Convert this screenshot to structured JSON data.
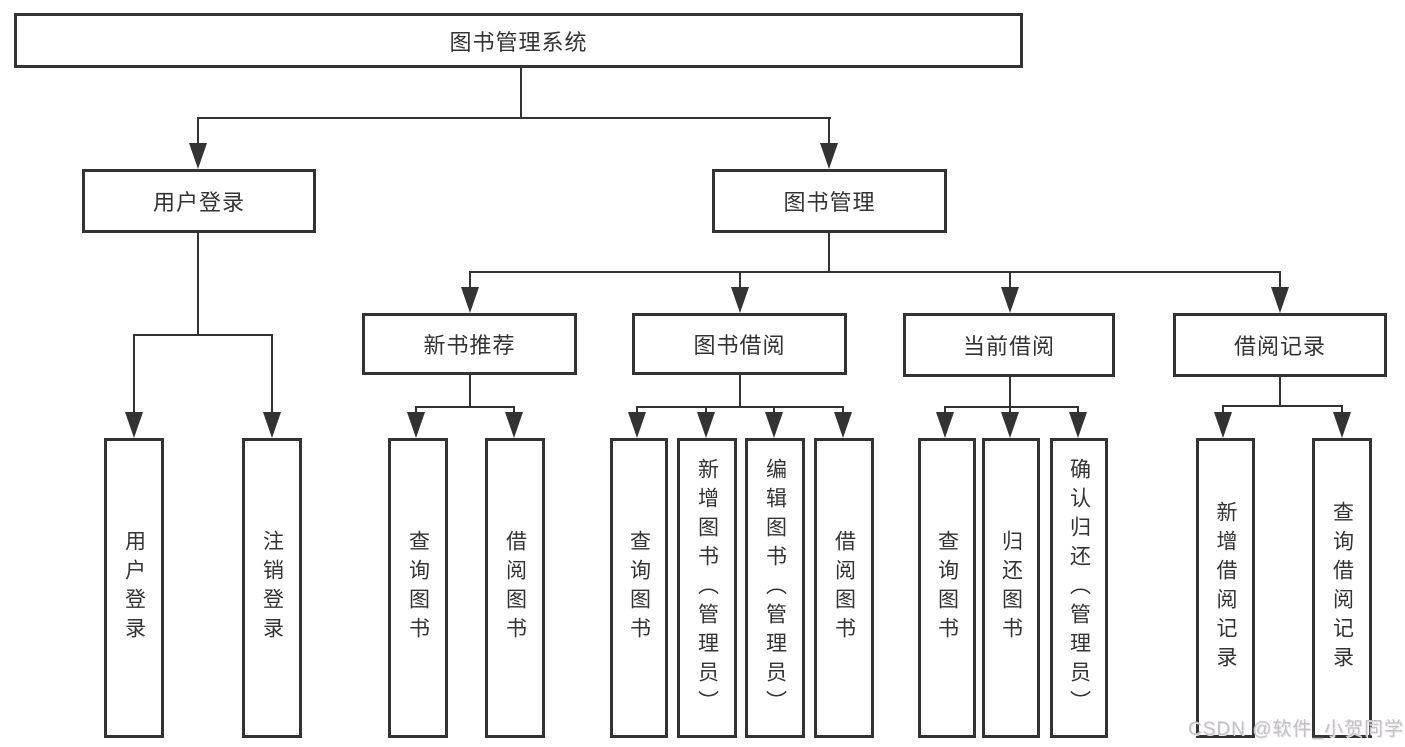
{
  "tree": {
    "root": {
      "label": "图书管理系统",
      "children": [
        {
          "label": "用户登录",
          "children": [
            {
              "label": "用户登录"
            },
            {
              "label": "注销登录"
            }
          ]
        },
        {
          "label": "图书管理",
          "children": [
            {
              "label": "新书推荐",
              "children": [
                {
                  "label": "查询图书"
                },
                {
                  "label": "借阅图书"
                }
              ]
            },
            {
              "label": "图书借阅",
              "children": [
                {
                  "label": "查询图书"
                },
                {
                  "label": "新增图书（管理员）"
                },
                {
                  "label": "编辑图书（管理员）"
                },
                {
                  "label": "借阅图书"
                }
              ]
            },
            {
              "label": "当前借阅",
              "children": [
                {
                  "label": "查询图书"
                },
                {
                  "label": "归还图书"
                },
                {
                  "label": "确认归还（管理员）"
                }
              ]
            },
            {
              "label": "借阅记录",
              "children": [
                {
                  "label": "新增借阅记录"
                },
                {
                  "label": "查询借阅记录"
                }
              ]
            }
          ]
        }
      ]
    }
  },
  "watermark": {
    "text": "CSDN @软件_小贺同学"
  },
  "colors": {
    "line": "#333333",
    "text": "#333333",
    "box_fill": "#ffffff",
    "background": "#ffffff",
    "watermark": "#c0c3ca"
  }
}
